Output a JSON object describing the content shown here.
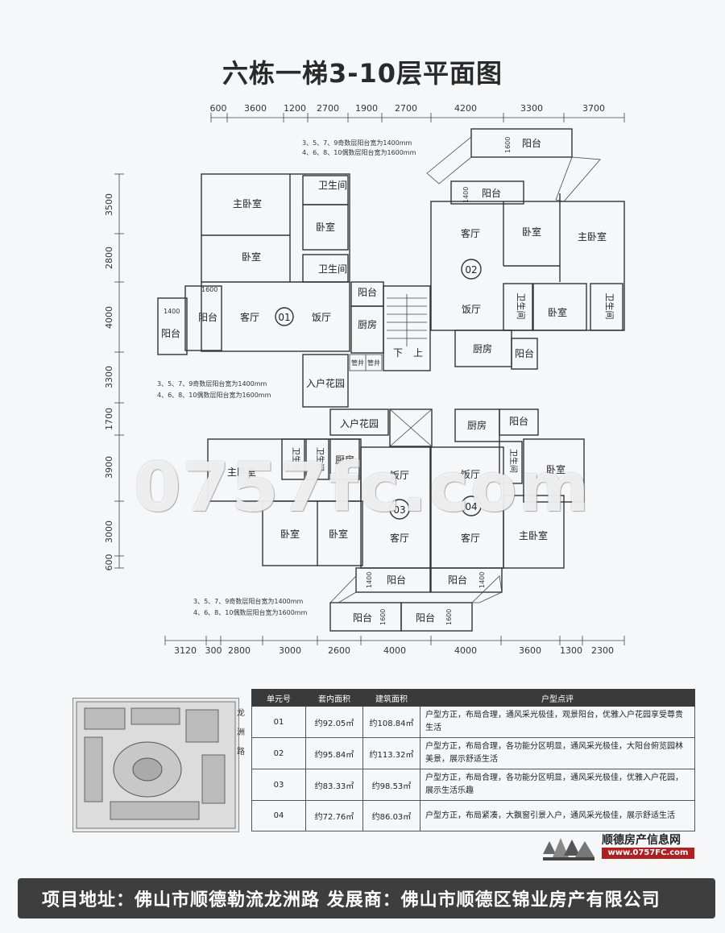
{
  "title": "六栋一梯3-10层平面图",
  "dims_top": [
    "600",
    "3600",
    "1200",
    "2700",
    "1900",
    "2700",
    "4200",
    "3300",
    "3700"
  ],
  "dims_left": [
    "3500",
    "2800",
    "4000",
    "3300",
    "1700",
    "3900",
    "3000",
    "600"
  ],
  "dims_bottom": [
    "3120",
    "300",
    "2800",
    "3000",
    "2600",
    "4000",
    "4000",
    "3600",
    "1300",
    "2300"
  ],
  "notes": {
    "top_a": "3、5、7、9奇数层阳台宽为1400mm",
    "top_b": "4、6、8、10偶数层阳台宽为1600mm",
    "mid_a": "3、5、7、9奇数层阳台宽为1400mm",
    "mid_b": "4、6、8、10偶数层阳台宽为1600mm",
    "bot_a": "3、5、7、9奇数层阳台宽为1400mm",
    "bot_b": "4、6、8、10偶数层阳台宽为1600mm"
  },
  "rooms": {
    "master_bedroom": "主卧室",
    "bedroom": "卧室",
    "bathroom": "卫生间",
    "bathroom_v": "卫\n生\n间",
    "living": "客厅",
    "dining": "饭厅",
    "kitchen": "厨房",
    "balcony": "阳台",
    "entry_garden": "入户花园",
    "entry_garden_v": "入户花园",
    "pipe": "管井",
    "down": "下",
    "up": "上",
    "w1400": "1400",
    "w1600": "1600"
  },
  "unit_labels": [
    "01",
    "02",
    "03",
    "04"
  ],
  "watermark": "0757fc.com",
  "table": {
    "headers": [
      "单元号",
      "套内面积",
      "建筑面积",
      "户型点评"
    ],
    "rows": [
      [
        "01",
        "约92.05㎡",
        "约108.84㎡",
        "户型方正，布局合理，通风采光极佳，观景阳台，优雅入户花园享受尊贵生活"
      ],
      [
        "02",
        "约95.84㎡",
        "约113.32㎡",
        "户型方正，布局合理，各功能分区明显，通风采光极佳，大阳台俯览园林美景，展示舒适生活"
      ],
      [
        "03",
        "约83.33㎡",
        "约98.53㎡",
        "户型方正，布局合理，各功能分区明显，通风采光极佳，优雅入户花园，展示生活乐趣"
      ],
      [
        "04",
        "约72.76㎡",
        "约86.03㎡",
        "户型方正，布局紧凑，大飘窗引景入户，通风采光极佳，展示舒适生活"
      ]
    ]
  },
  "road": [
    "龙",
    "洲",
    "路"
  ],
  "logo": {
    "name": "顺德房产信息网",
    "url": "www.0757FC.com"
  },
  "footer": "项目地址：佛山市顺德勒流龙洲路  发展商：佛山市顺德区锦业房产有限公司"
}
